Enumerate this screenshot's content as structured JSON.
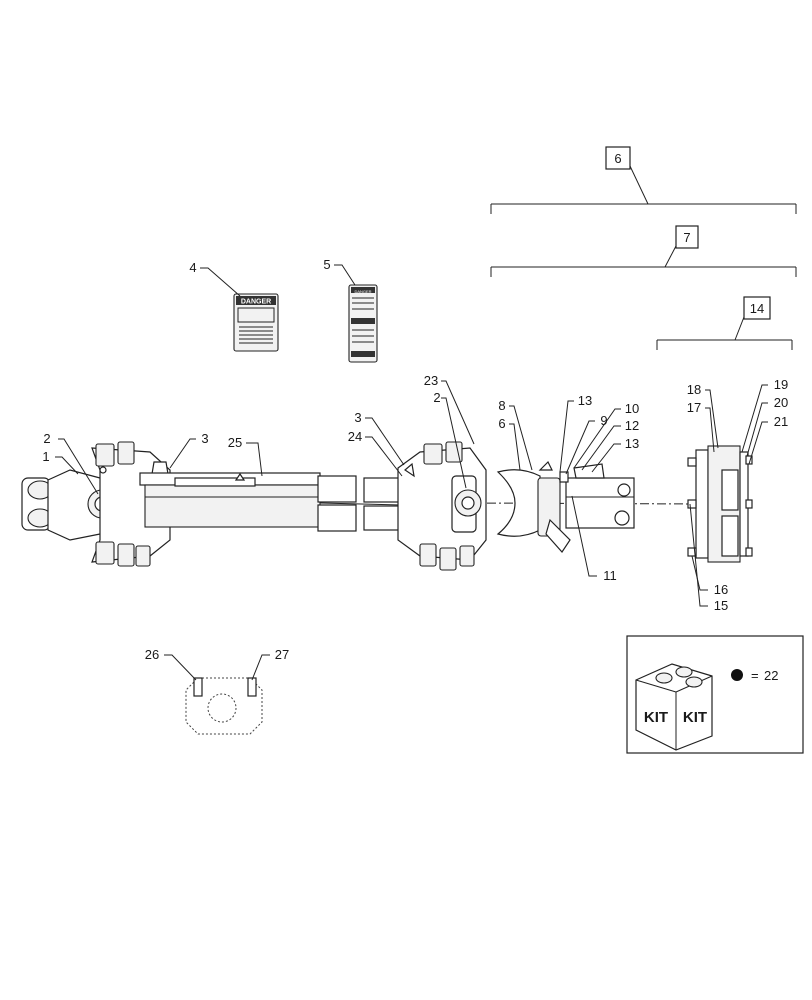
{
  "callouts": {
    "c1": "1",
    "c2a": "2",
    "c2b": "2",
    "c3a": "3",
    "c3b": "3",
    "c4": "4",
    "c5": "5",
    "c6a": "6",
    "c6b": "6",
    "c7": "7",
    "c8": "8",
    "c9": "9",
    "c10": "10",
    "c11": "11",
    "c12": "12",
    "c13a": "13",
    "c13b": "13",
    "c14": "14",
    "c15": "15",
    "c16": "16",
    "c17": "17",
    "c18": "18",
    "c19": "19",
    "c20": "20",
    "c21": "21",
    "c22": "22",
    "c23": "23",
    "c24": "24",
    "c25": "25",
    "c26": "26",
    "c27": "27"
  },
  "labels": {
    "danger_a": "DANGER",
    "danger_b": "DANGER",
    "kit_left": "KIT",
    "kit_right": "KIT",
    "legend_equals": "="
  }
}
